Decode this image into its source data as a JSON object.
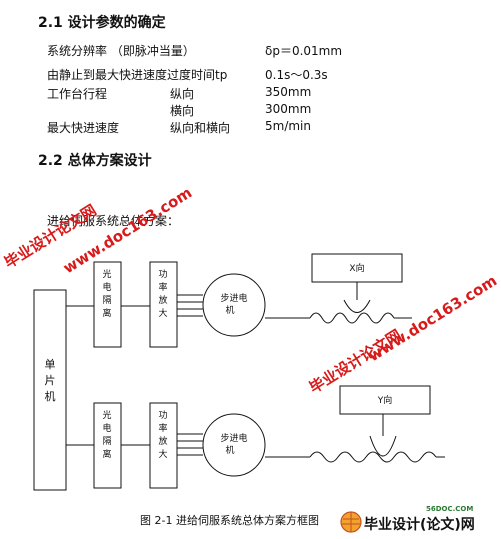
{
  "section_1": {
    "heading": "2.1 设计参数的确定",
    "params": [
      {
        "label": "系统分辨率 （即脉冲当量）",
        "sub": "",
        "value": "δp＝0.01mm"
      },
      {
        "label": "由静止到最大快进速度过度时间tp",
        "sub": "",
        "value": "0.1s～0.3s"
      },
      {
        "label": "工作台行程",
        "sub": "纵向",
        "value": "350mm"
      },
      {
        "label": "",
        "sub": "横向",
        "value": "300mm"
      },
      {
        "label": "最大快进速度",
        "sub": "纵向和横向",
        "value": "5m/min"
      }
    ]
  },
  "section_2": {
    "heading": "2.2 总体方案设计",
    "intro": "进给伺服系统总体方案："
  },
  "diagram": {
    "mcu": "单片机",
    "opto": "光电隔离",
    "amp": "功率放大",
    "motor": "步进电机",
    "x_label": "X向",
    "y_label": "Y向"
  },
  "caption": "图 2-1 进给伺服系统总体方案方框图",
  "watermarks": {
    "wm1": "毕业设计论文网",
    "wm2": "www.doc163.com",
    "wm3": "毕业设计论文网",
    "wm4": "www.doc163.com",
    "logo_small": "56DOC.COM",
    "logo_main": "毕业设计(论文)网"
  }
}
